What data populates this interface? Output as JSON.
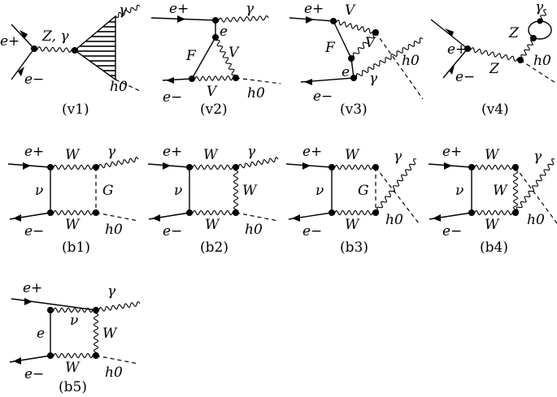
{
  "particles": {
    "e_plus": "e+",
    "e_minus": "e−",
    "gamma": "γ",
    "higgs": "h0",
    "z_gamma": "Z, γ",
    "z": "Z",
    "w": "W",
    "v": "V",
    "f": "F",
    "e": "e",
    "nu": "ν",
    "g": "G"
  },
  "captions": {
    "v1": "(v1)",
    "v2": "(v2)",
    "v3": "(v3)",
    "v4": "(v4)",
    "b1": "(b1)",
    "b2": "(b2)",
    "b3": "(b3)",
    "b4": "(b4)",
    "b5": "(b5)"
  }
}
